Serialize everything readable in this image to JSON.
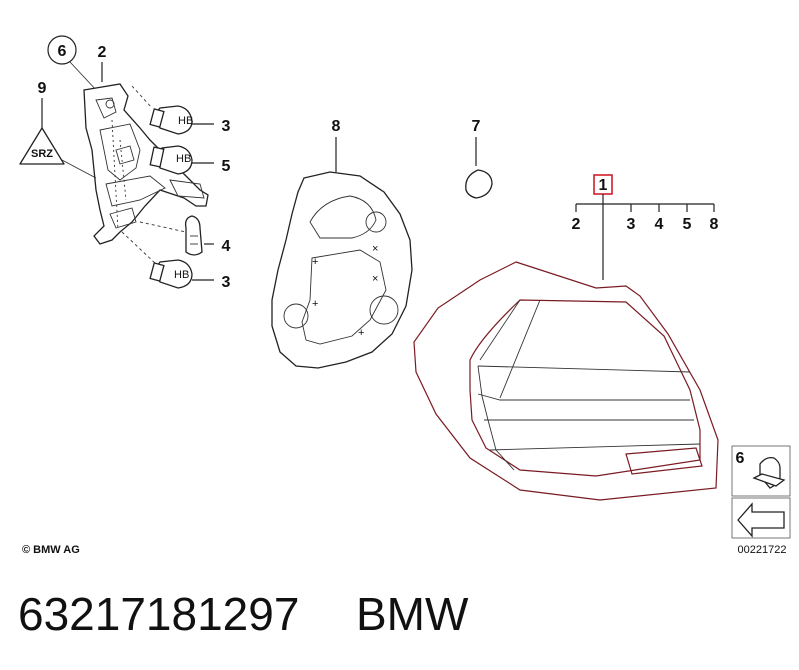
{
  "labels": {
    "circle6": "6",
    "l2_left": "2",
    "l9": "9",
    "l3_top": "3",
    "l5": "5",
    "l4": "4",
    "l3_bottom": "3",
    "l8": "8",
    "l7": "7",
    "l1_boxed": "1",
    "l2_right": "2",
    "l3_right": "3",
    "l4_right": "4",
    "l5_right": "5",
    "l8_right": "8",
    "l6_inset": "6"
  },
  "copyright": "© BMW AG",
  "diagram_code": "00221722",
  "part_number": "63217181297",
  "brand": "BMW",
  "warning_icon_text": "SRZ",
  "colors": {
    "accent_box": "#d0202a",
    "taillight_outline": "#7a1a22"
  }
}
